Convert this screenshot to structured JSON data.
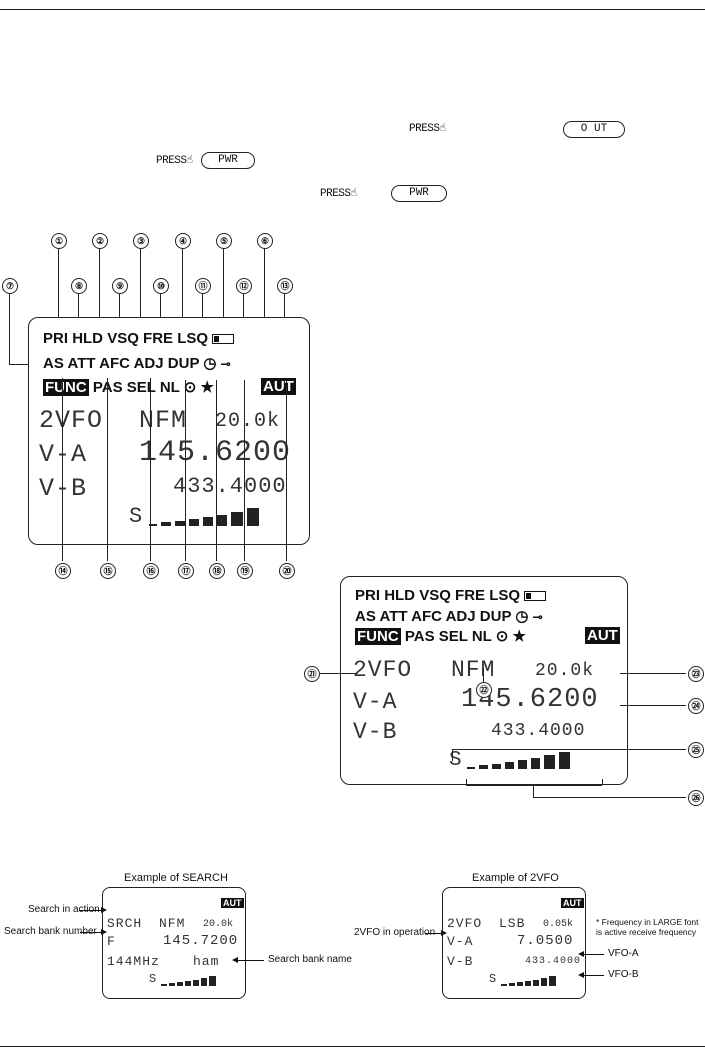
{
  "instructions": {
    "press_word": "PRESS",
    "key_out": "O UT",
    "key_pwr_1": "PWR",
    "key_pwr_2": "PWR"
  },
  "display": {
    "row1": [
      "PRI",
      "HLD",
      "VSQ",
      "FRE",
      "LSQ"
    ],
    "row2": [
      "AS",
      "ATT",
      "AFC",
      "ADJ",
      "DUP"
    ],
    "row3_func": "FUNC",
    "row3": [
      "PAS",
      "SEL",
      "NL"
    ],
    "row3_aut": "AUT",
    "line1_mode": "2VFO",
    "line1_modulation": "NFM",
    "line1_step": "20.0k",
    "line2_label": "V-A",
    "line2_freq": "145.6200",
    "line3_label": "V-B",
    "line3_freq": "433.4000",
    "smeter_label": "S",
    "star": "★",
    "dot": "⊙"
  },
  "callouts": {
    "top": [
      "①",
      "②",
      "③",
      "④",
      "⑤",
      "⑥"
    ],
    "top2": [
      "⑦",
      "⑧",
      "⑨",
      "⑩",
      "⑪",
      "⑫",
      "⑬"
    ],
    "bottom": [
      "⑭",
      "⑮",
      "⑯",
      "⑰",
      "⑱",
      "⑲",
      "⑳"
    ],
    "right": [
      "㉑",
      "㉒",
      "㉓",
      "㉔",
      "㉕",
      "㉖"
    ]
  },
  "search_example": {
    "title": "Example of SEARCH",
    "aut": "AUT",
    "line1_mode": "SRCH",
    "line1_mod": "NFM",
    "line1_step": "20.0k",
    "line2_label": "F",
    "line2_freq": "145.7200",
    "line3_bank": "144MHz",
    "line3_name": "ham",
    "smeter_label": "S",
    "label_action": "Search in action",
    "label_bank_number": "Search bank number",
    "label_bank_name": "Search bank name"
  },
  "vfo_example": {
    "title": "Example of 2VFO",
    "aut": "AUT",
    "line1_mode": "2VFO",
    "line1_mod": "LSB",
    "line1_step": "0.05k",
    "line2_label": "V-A",
    "line2_freq": "7.0500",
    "line3_label": "V-B",
    "line3_freq": "433.4000",
    "smeter_label": "S",
    "label_operation": "2VFO in operation",
    "label_vfoa": "VFO-A",
    "label_vfob": "VFO-B",
    "note_line1": "* Frequency in LARGE font",
    "note_line2": "is active receive frequency"
  }
}
